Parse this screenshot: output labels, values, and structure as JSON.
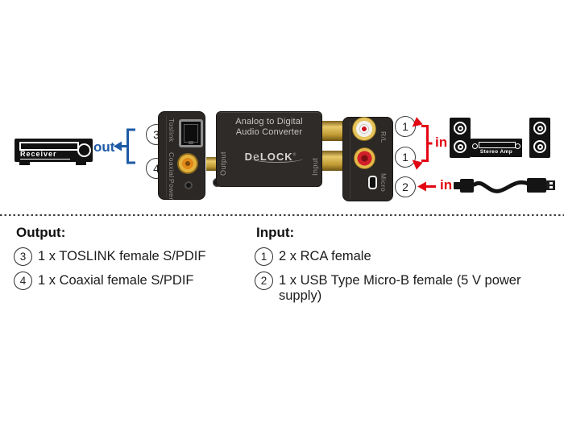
{
  "colors": {
    "accent_blue": "#1d5aa6",
    "accent_red": "#e30613",
    "gold_connector": "#c79d33",
    "device_black": "#121212",
    "converter_body": "#2e2b28"
  },
  "diagram": {
    "receiver": {
      "label": "Receiver"
    },
    "out_label": "out",
    "in_label_rca": "in",
    "in_label_usb": "in",
    "callouts": {
      "c3": "3",
      "c4": "4",
      "c1a": "1",
      "c1b": "1",
      "c2": "2"
    },
    "converter": {
      "title_line1": "Analog to Digital",
      "title_line2": "Audio Converter",
      "brand_d": "D",
      "brand_e": "e",
      "brand_rest": "LOCK",
      "brand_reg": "®",
      "output_label": "Output",
      "input_label": "Input"
    },
    "left_panel": {
      "toslink": "Toslink",
      "coaxial": "Coaxial",
      "power": "Power"
    },
    "right_panel": {
      "rl": "R/L",
      "micro": "Micro"
    },
    "stereo_amp_label": "Stereo Amp"
  },
  "legend": {
    "output": {
      "header": "Output:",
      "items": [
        {
          "num": "3",
          "text": "1 x TOSLINK female S/PDIF"
        },
        {
          "num": "4",
          "text": "1 x Coaxial female S/PDIF"
        }
      ]
    },
    "input": {
      "header": "Input:",
      "items": [
        {
          "num": "1",
          "text": "2 x RCA female"
        },
        {
          "num": "2",
          "text": "1 x USB Type Micro-B female (5 V power supply)"
        }
      ]
    }
  }
}
